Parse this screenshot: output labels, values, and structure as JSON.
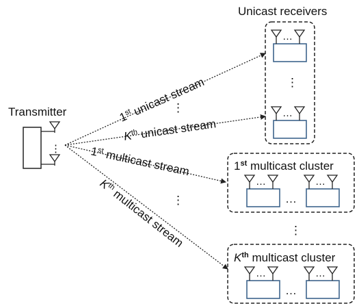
{
  "transmitter": {
    "label": "Transmitter"
  },
  "unicast_group": {
    "title": "Unicast receivers"
  },
  "multicast_clusters": [
    {
      "title_prefix": "1",
      "title_sup": "st",
      "title_rest": " multicast cluster"
    },
    {
      "title_prefix": "K",
      "title_sup": "th",
      "title_rest": " multicast cluster"
    }
  ],
  "streams": [
    {
      "prefix": "1",
      "sup": "st",
      "rest": " unicast stream"
    },
    {
      "prefix": "K",
      "sup": "th",
      "rest": " unicast stream"
    },
    {
      "prefix": "1",
      "sup": "st",
      "rest": " multicast stream"
    },
    {
      "prefix": "K",
      "sup": "th",
      "rest": " multicast stream"
    }
  ],
  "ellipsis": "⋮",
  "dots": "…",
  "colors": {
    "receiver_box_stroke": "#3e648c",
    "line": "#222222"
  }
}
